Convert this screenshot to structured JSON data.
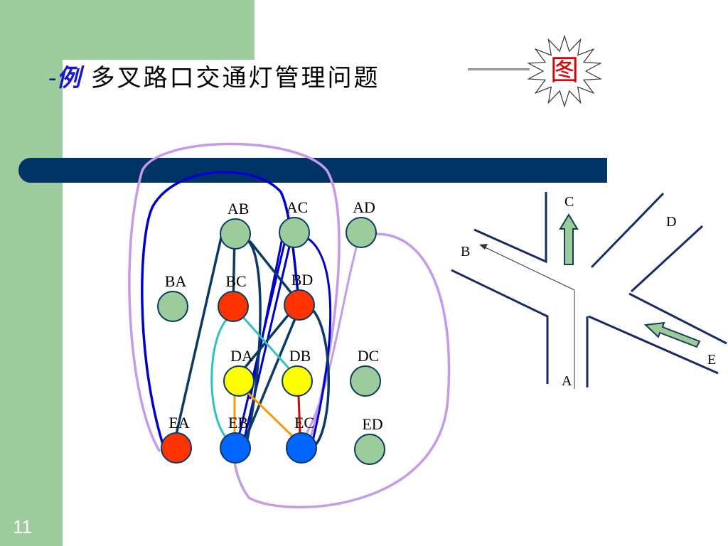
{
  "slide": {
    "number": "11",
    "title_dash": "-",
    "title_example": "例",
    "title_main": "多叉路口交通灯管理问题",
    "badge": "图"
  },
  "colors": {
    "sidebar": "#9dcc9d",
    "bar": "#003366",
    "green_node": "#9ccc9c",
    "red_node": "#ff3300",
    "yellow_node": "#ffff00",
    "blue_node": "#0066ff",
    "edge_dark": "#0a3a66",
    "edge_blue": "#0000cc",
    "edge_purple": "#c39be8",
    "edge_teal": "#33c0c0",
    "edge_orange": "#ff9900",
    "edge_red": "#dd0000",
    "arrow_fill": "#99cc99",
    "road": "#1a2a66"
  },
  "graph": {
    "nodes": [
      {
        "id": "AB",
        "label": "AB",
        "color": "green"
      },
      {
        "id": "AC",
        "label": "AC",
        "color": "green"
      },
      {
        "id": "AD",
        "label": "AD",
        "color": "green"
      },
      {
        "id": "BA",
        "label": "BA",
        "color": "green"
      },
      {
        "id": "BC",
        "label": "BC",
        "color": "red"
      },
      {
        "id": "BD",
        "label": "BD",
        "color": "red"
      },
      {
        "id": "DA",
        "label": "DA",
        "color": "yellow"
      },
      {
        "id": "DB",
        "label": "DB",
        "color": "yellow"
      },
      {
        "id": "DC",
        "label": "DC",
        "color": "green"
      },
      {
        "id": "EA",
        "label": "EA",
        "color": "red"
      },
      {
        "id": "EB",
        "label": "EB",
        "color": "blue"
      },
      {
        "id": "EC",
        "label": "EC",
        "color": "blue"
      },
      {
        "id": "ED",
        "label": "ED",
        "color": "green"
      }
    ]
  },
  "intersection": {
    "roads": [
      "A",
      "B",
      "C",
      "D",
      "E"
    ]
  }
}
